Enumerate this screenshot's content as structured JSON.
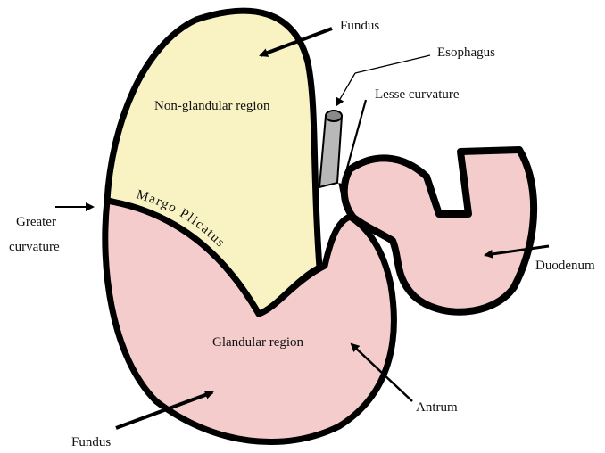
{
  "colors": {
    "non_glandular": "#f9f2c2",
    "glandular": "#f4cccc",
    "outline": "#000000",
    "esophagus": "#b8b8b8"
  },
  "labels": {
    "fundus_top": "Fundus",
    "esophagus": "Esophagus",
    "lesser_curvature": "Lesse curvature",
    "non_glandular_region": "Non-glandular region",
    "greater_curvature_line1": "Greater",
    "greater_curvature_line2": "curvature",
    "margo_plicatus": "Margo Plicatus",
    "duodenum": "Duodenum",
    "glandular_region": "Glandular region",
    "antrum": "Antrum",
    "fundus_bottom": "Fundus"
  }
}
